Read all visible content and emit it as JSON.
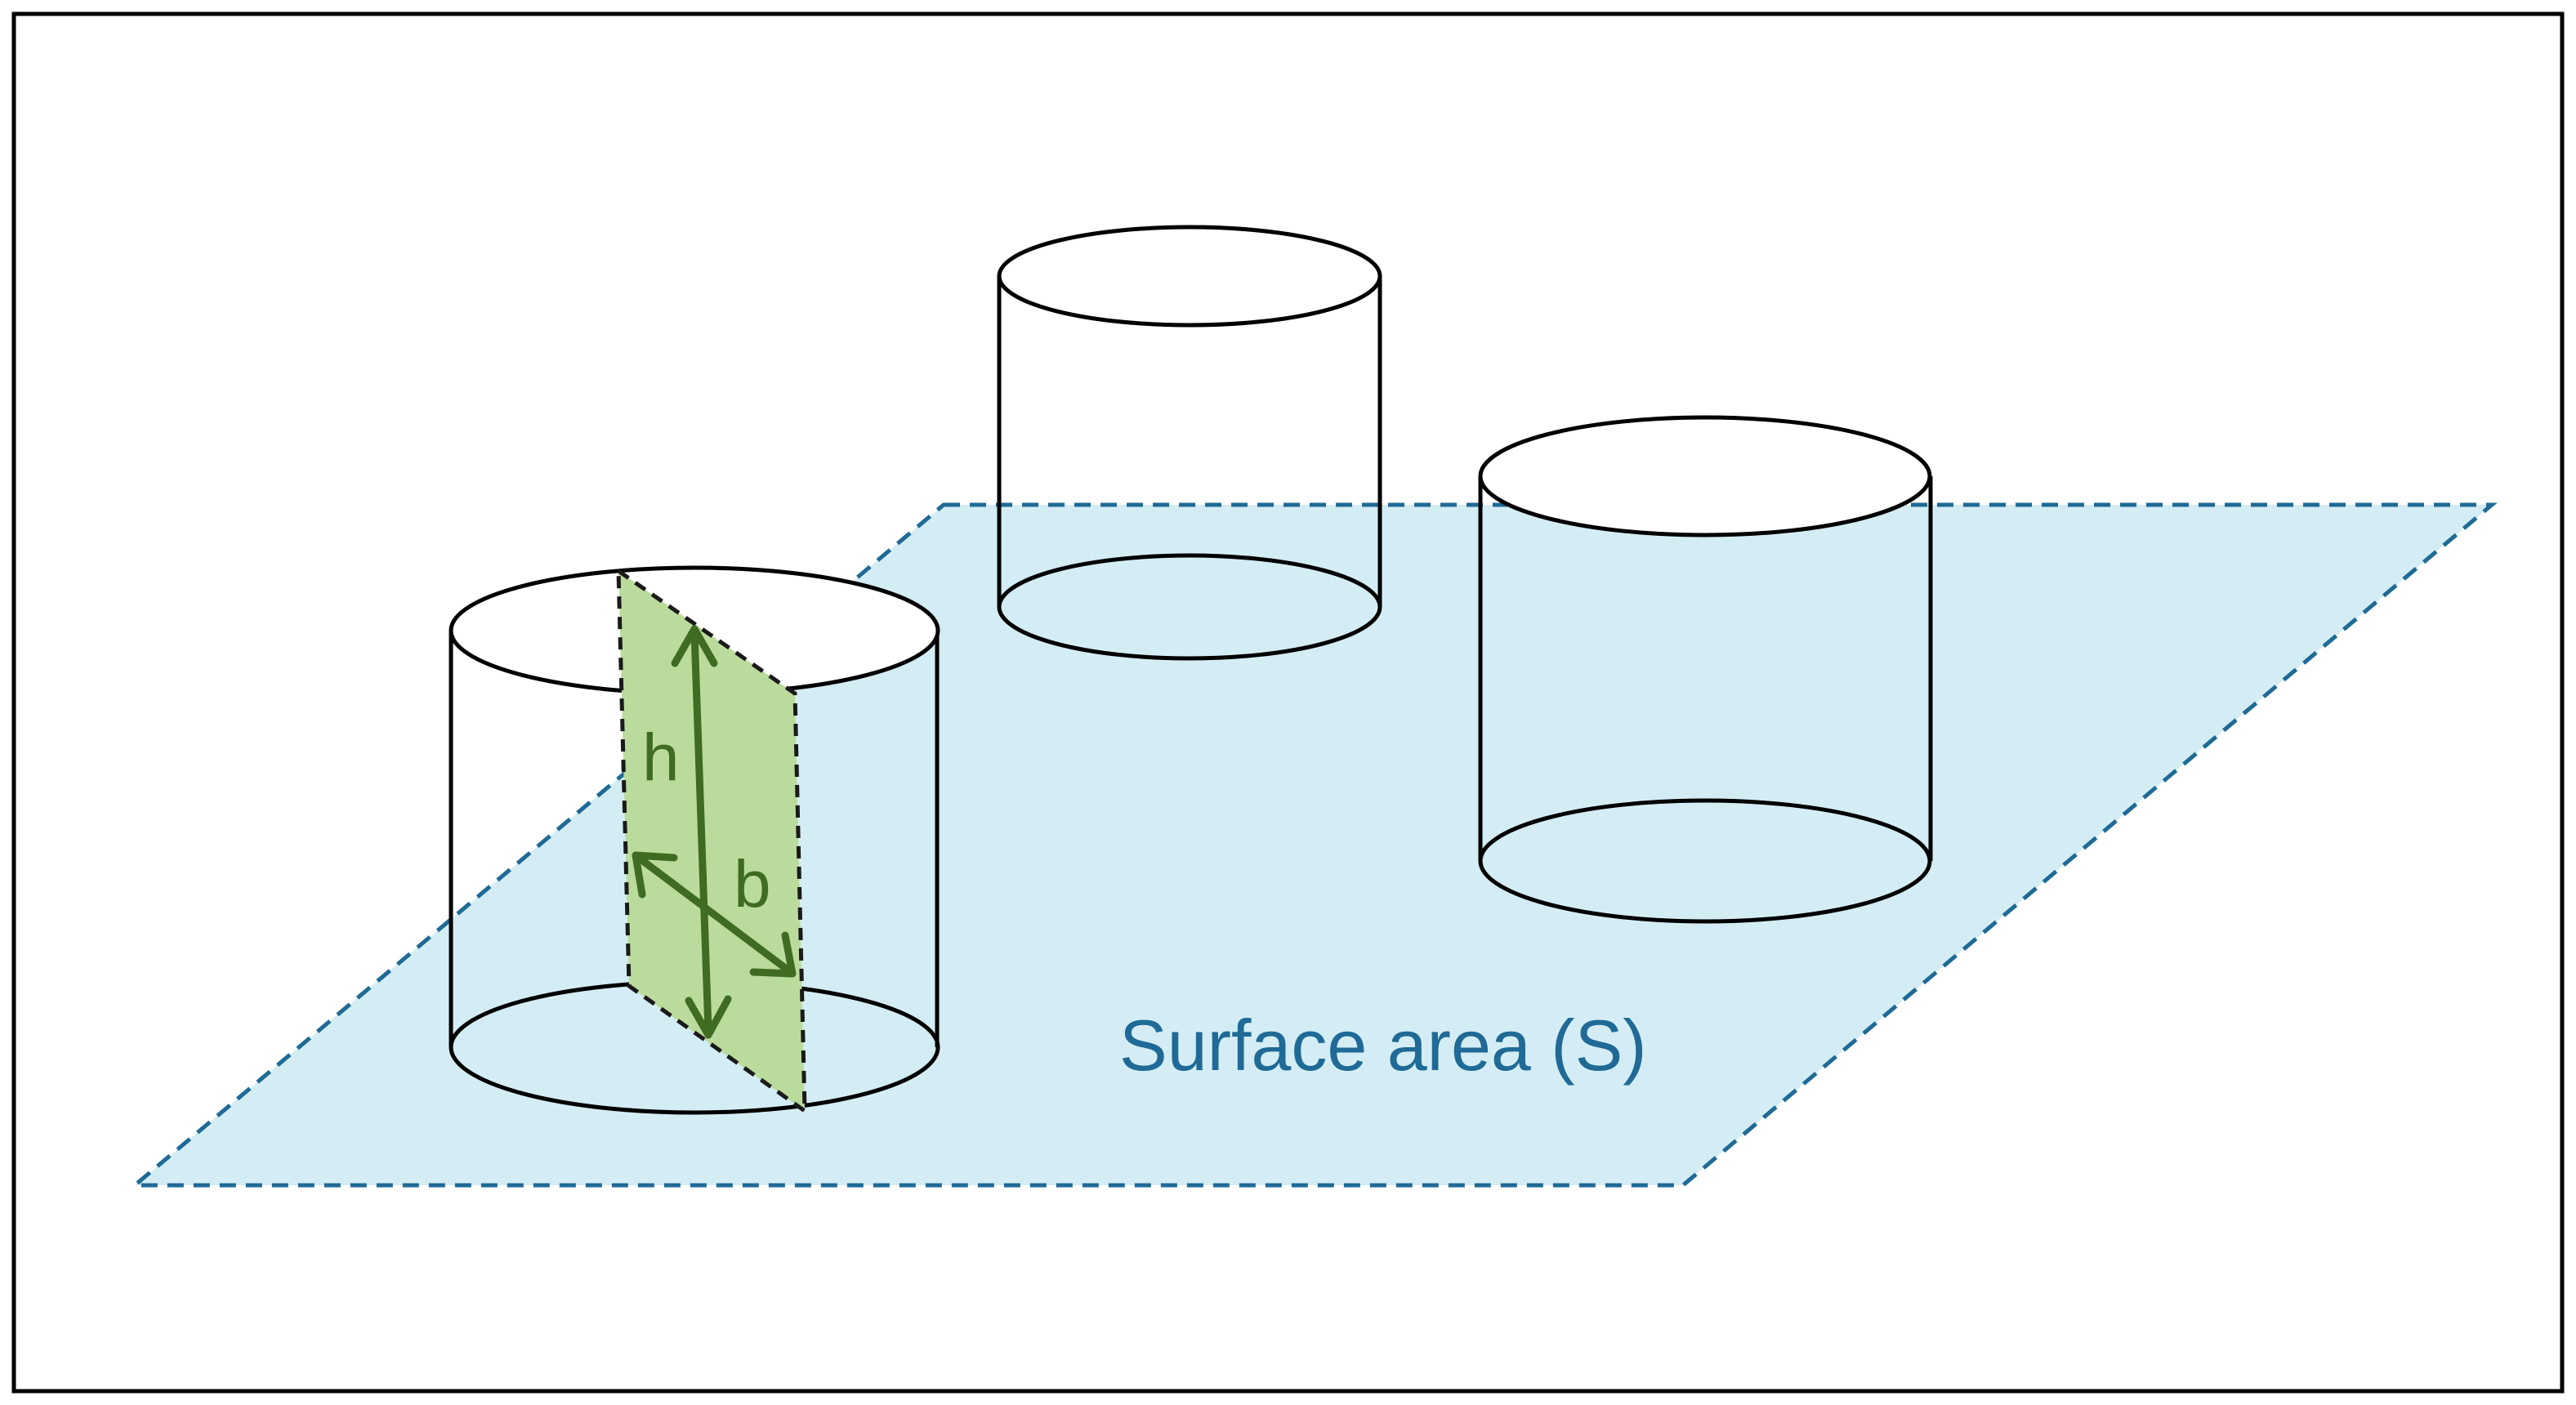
{
  "labels": {
    "surface": "Surface area (S)",
    "height": "h",
    "width": "b"
  },
  "colors": {
    "frame": "#000000",
    "surface_fill": "#d4edf4",
    "surface_border": "#1f6a96",
    "surface_text": "#1f6a96",
    "plane_fill": "#bbdb9d",
    "plane_border": "#1a1a1a",
    "arrow": "#3f6b22",
    "cylinder_stroke": "#000000",
    "cylinder_top_fill": "#ffffff"
  },
  "icons": {
    "cylinders": [
      "cylinder-icon",
      "cylinder-icon",
      "cylinder-icon"
    ],
    "plane": "vertical-plane-icon",
    "arrows": [
      "height-arrow-icon",
      "width-arrow-icon"
    ]
  }
}
